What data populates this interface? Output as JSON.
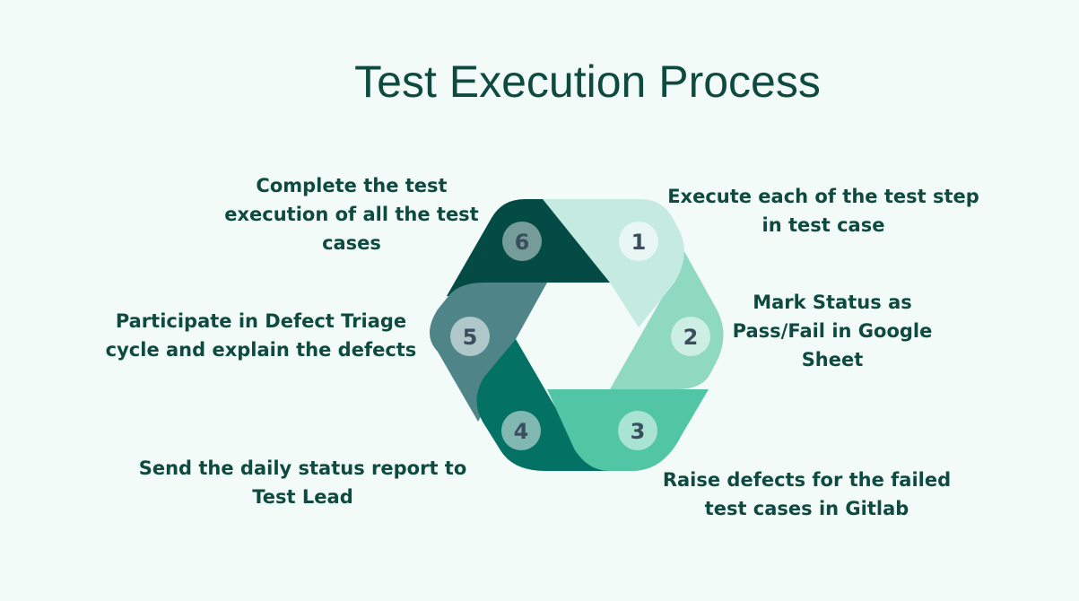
{
  "title": "Test Execution Process",
  "steps": [
    {
      "number": "1",
      "text": "Execute each of the test step in test case",
      "color": "#c5ebe0"
    },
    {
      "number": "2",
      "text": "Mark  Status as Pass/Fail in Google Sheet",
      "color": "#8fd9c1"
    },
    {
      "number": "3",
      "text": "Raise defects for the failed test cases in Gitlab",
      "color": "#52c6a4"
    },
    {
      "number": "4",
      "text": "Send the daily status report to Test Lead",
      "color": "#037264"
    },
    {
      "number": "5",
      "text": "Participate in Defect Triage cycle and explain the defects",
      "color": "#4f8488"
    },
    {
      "number": "6",
      "text": "Complete the test execution of all the test cases",
      "color": "#054b45"
    }
  ],
  "colors": {
    "background": "#f3fbf8",
    "text": "#0e4a40",
    "badge": "#ffffff",
    "number": "#3b4e5f"
  }
}
